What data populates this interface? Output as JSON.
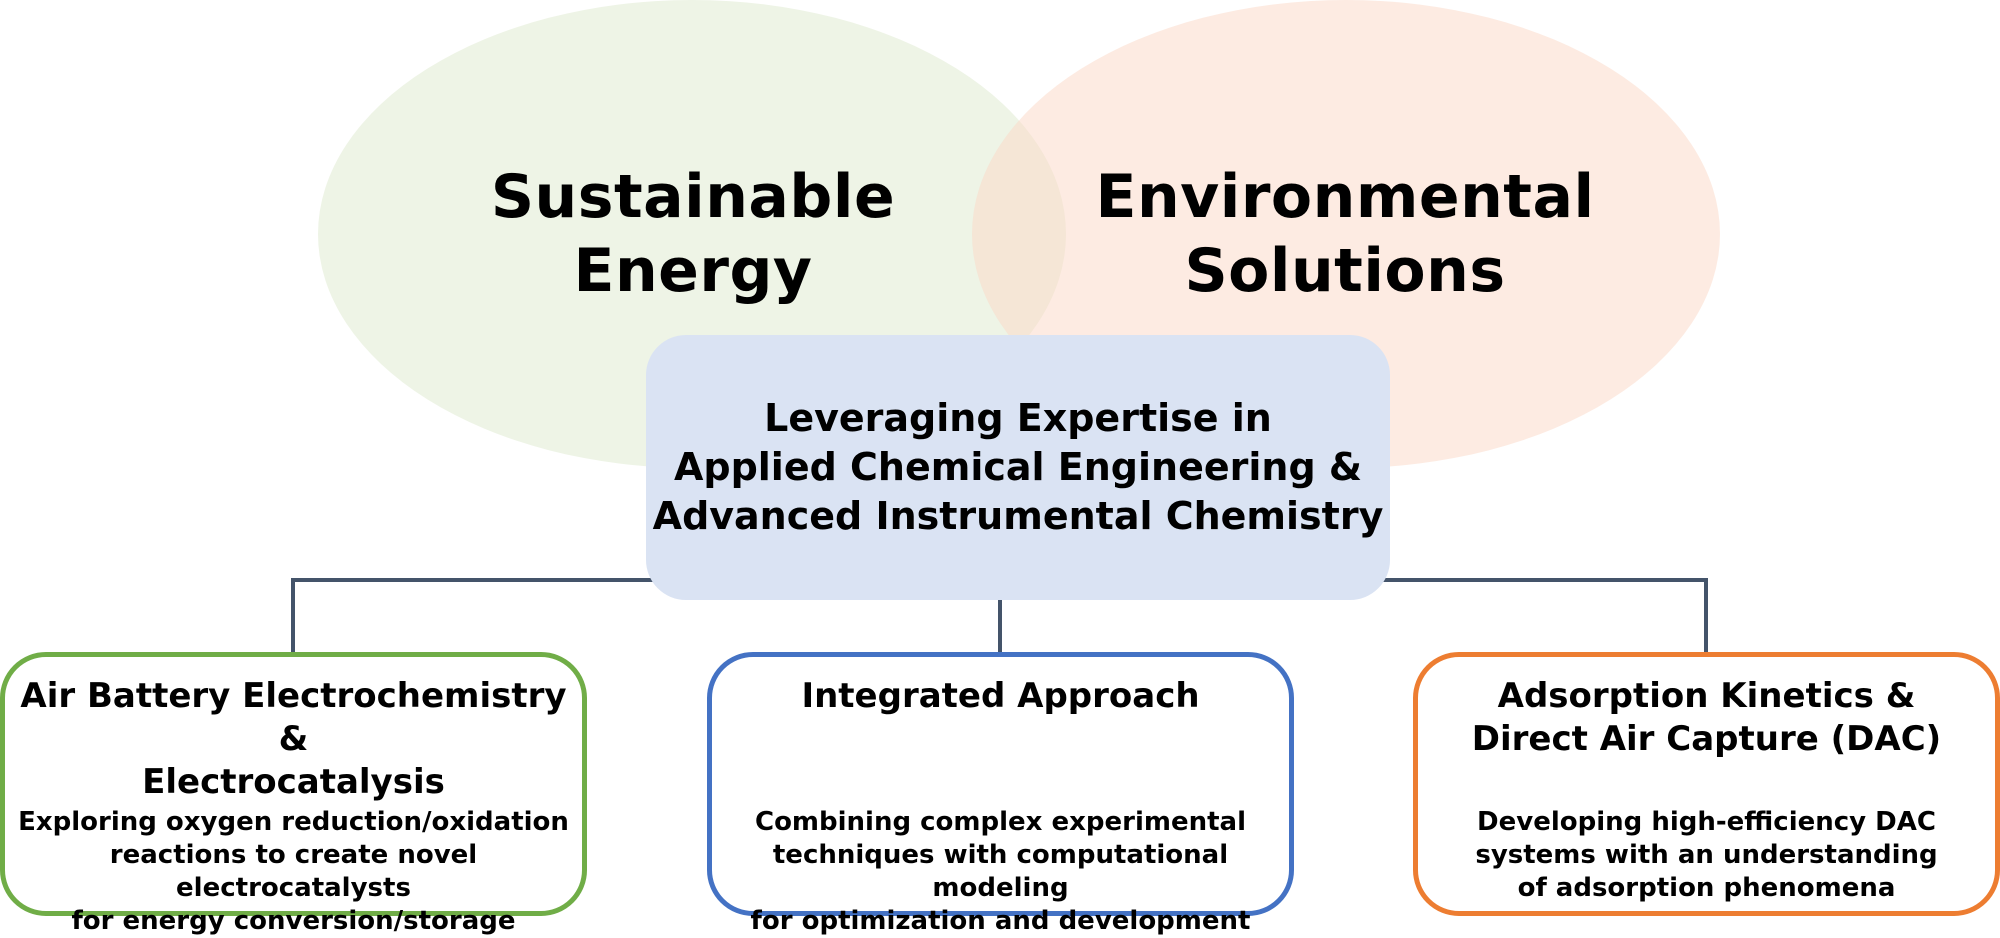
{
  "colors": {
    "energy_ellipse": "#e2ecd6",
    "environment_ellipse": "#fbd8c6",
    "central_box": "#dae3f3",
    "connector": "#44546a",
    "air_battery_border": "#70ad47",
    "integrated_border": "#4472c4",
    "adsorption_border": "#ed7d31"
  },
  "domains": {
    "energy": {
      "title": "Sustainable\nEnergy"
    },
    "environment": {
      "title": "Environmental\nSolutions"
    }
  },
  "central": {
    "text": "Leveraging Expertise in\nApplied Chemical Engineering &\nAdvanced Instrumental Chemistry"
  },
  "areas": [
    {
      "title": "Air Battery Electrochemistry &\nElectrocatalysis",
      "description": "Exploring oxygen reduction/oxidation\nreactions to create novel electrocatalysts\nfor energy conversion/storage",
      "border_color": "#70ad47"
    },
    {
      "title": "Integrated Approach",
      "description": "Combining complex experimental\ntechniques with computational modeling\nfor optimization and development",
      "border_color": "#4472c4"
    },
    {
      "title": "Adsorption Kinetics &\nDirect Air Capture (DAC)",
      "description": "Developing high-efficiency DAC\nsystems with an understanding\nof adsorption phenomena",
      "border_color": "#ed7d31"
    }
  ]
}
